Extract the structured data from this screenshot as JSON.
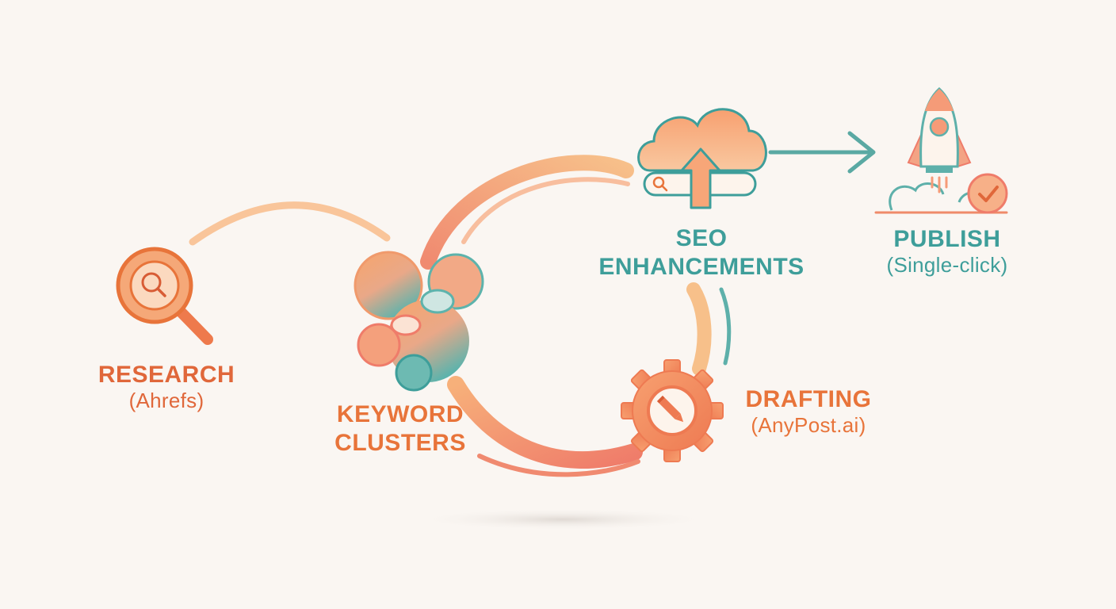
{
  "steps": {
    "research": {
      "title": "RESEARCH",
      "subtitle": "(Ahrefs)"
    },
    "keyword_clusters": {
      "title_line1": "KEYWORD",
      "title_line2": "CLUSTERS"
    },
    "seo": {
      "title_line1": "SEO",
      "title_line2": "ENHANCEMENTS"
    },
    "drafting": {
      "title": "DRAFTING",
      "subtitle": "(AnyPost.ai)"
    },
    "publish": {
      "title": "PUBLISH",
      "subtitle": "(Single-click)"
    }
  },
  "icons": {
    "research": "magnifier-icon",
    "keyword_clusters": "cluster-blob-icon",
    "seo": "cloud-upload-icon",
    "drafting": "gear-pencil-icon",
    "publish": "rocket-icon"
  },
  "colors": {
    "orange": "#e0673a",
    "peach": "#f5a878",
    "coral": "#ef7c6a",
    "teal": "#3e9e9a",
    "background": "#faf6f2"
  }
}
